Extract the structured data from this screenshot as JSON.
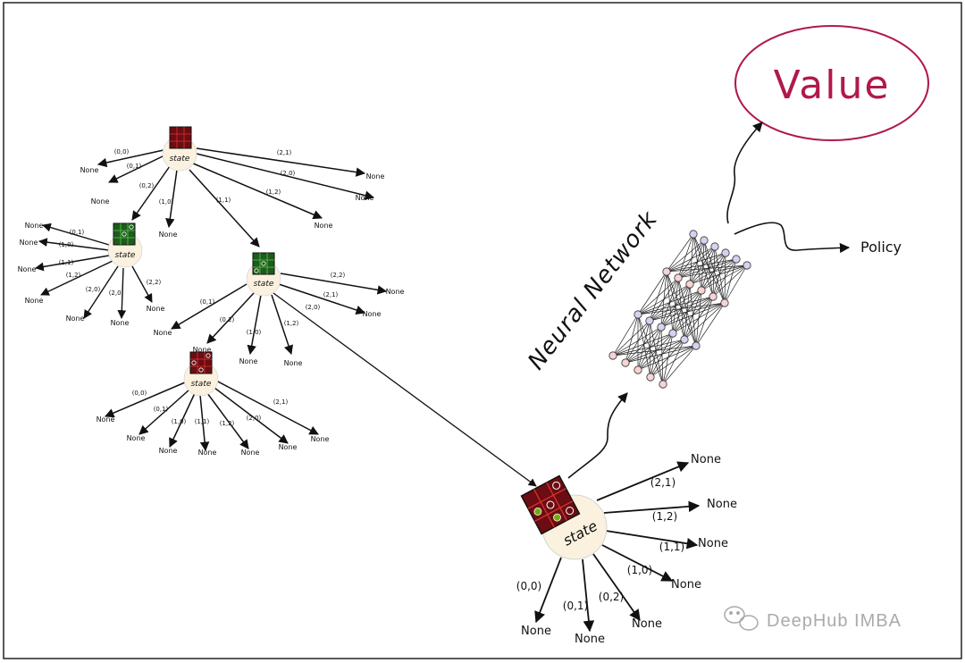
{
  "colors": {
    "node_fill": "#fbf1df",
    "board_red": "#6b0d12",
    "board_green": "#1e5c1a",
    "value_accent": "#b0194e",
    "nn_node_lavender": "#d4d2f0",
    "nn_node_pink": "#f6d3d5",
    "watermark": "#aaaaaa"
  },
  "labels": {
    "state": "state",
    "none": "None",
    "value": "Value",
    "policy": "Policy",
    "neural_network": "Neural Network",
    "watermark": "DeepHub IMBA"
  },
  "small_tree": {
    "root_edges": [
      "(0,0)",
      "(0,1)",
      "(0,2)",
      "(1,0)",
      "(1,1)",
      "(2,1)",
      "(2,0)",
      "(1,2)"
    ],
    "left_child_edges": [
      "(0,1)",
      "(1,0)",
      "(1,1)",
      "(1,2)",
      "(2,0)",
      "(2,0)",
      "(2,2)"
    ],
    "right_child_edges": [
      "(2,2)",
      "(2,1)",
      "(2,0)",
      "(0,1)",
      "(0,2)",
      "(1,0)",
      "(1,2)"
    ],
    "grandchild_edges": [
      "(0,0)",
      "(0,1)",
      "(1,0)",
      "(1,1)",
      "(1,2)",
      "(2,0)",
      "(2,1)"
    ]
  },
  "large_state": {
    "edges": [
      "(2,1)",
      "(1,2)",
      "(1,1)",
      "(1,0)",
      "(0,2)",
      "(0,1)",
      "(0,0)"
    ]
  }
}
